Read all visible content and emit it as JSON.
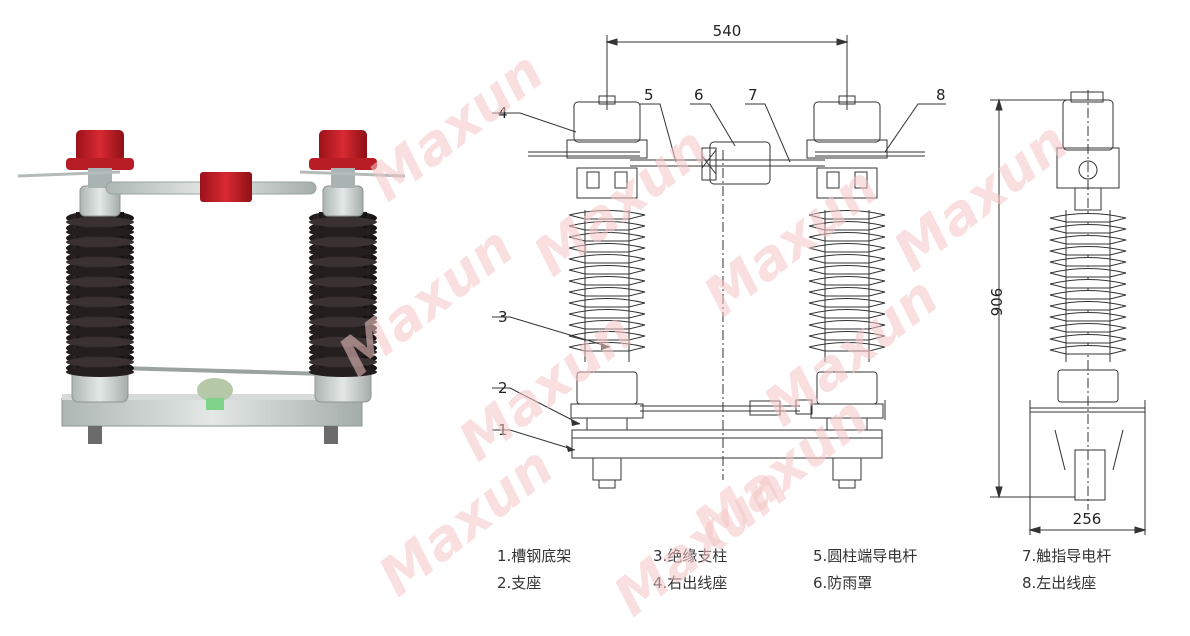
{
  "watermark": "Maxun",
  "dimensions": {
    "width": "540",
    "height": "906",
    "side_width": "256"
  },
  "callouts": [
    "1",
    "2",
    "3",
    "4",
    "5",
    "6",
    "7",
    "8"
  ],
  "legend": [
    [
      "1.槽钢底架",
      "2.支座"
    ],
    [
      "3.绝缘支柱",
      "4.右出线座"
    ],
    [
      "5.圆柱端导电杆",
      "6.防雨罩"
    ],
    [
      "7.触指导电杆",
      "8.左出线座"
    ]
  ],
  "colors": {
    "cap_red": "#c8202a",
    "insulator_dark": "#2a2424",
    "metal": "#c9cfcd",
    "line": "#333333",
    "watermark": "#f3b9b9"
  }
}
